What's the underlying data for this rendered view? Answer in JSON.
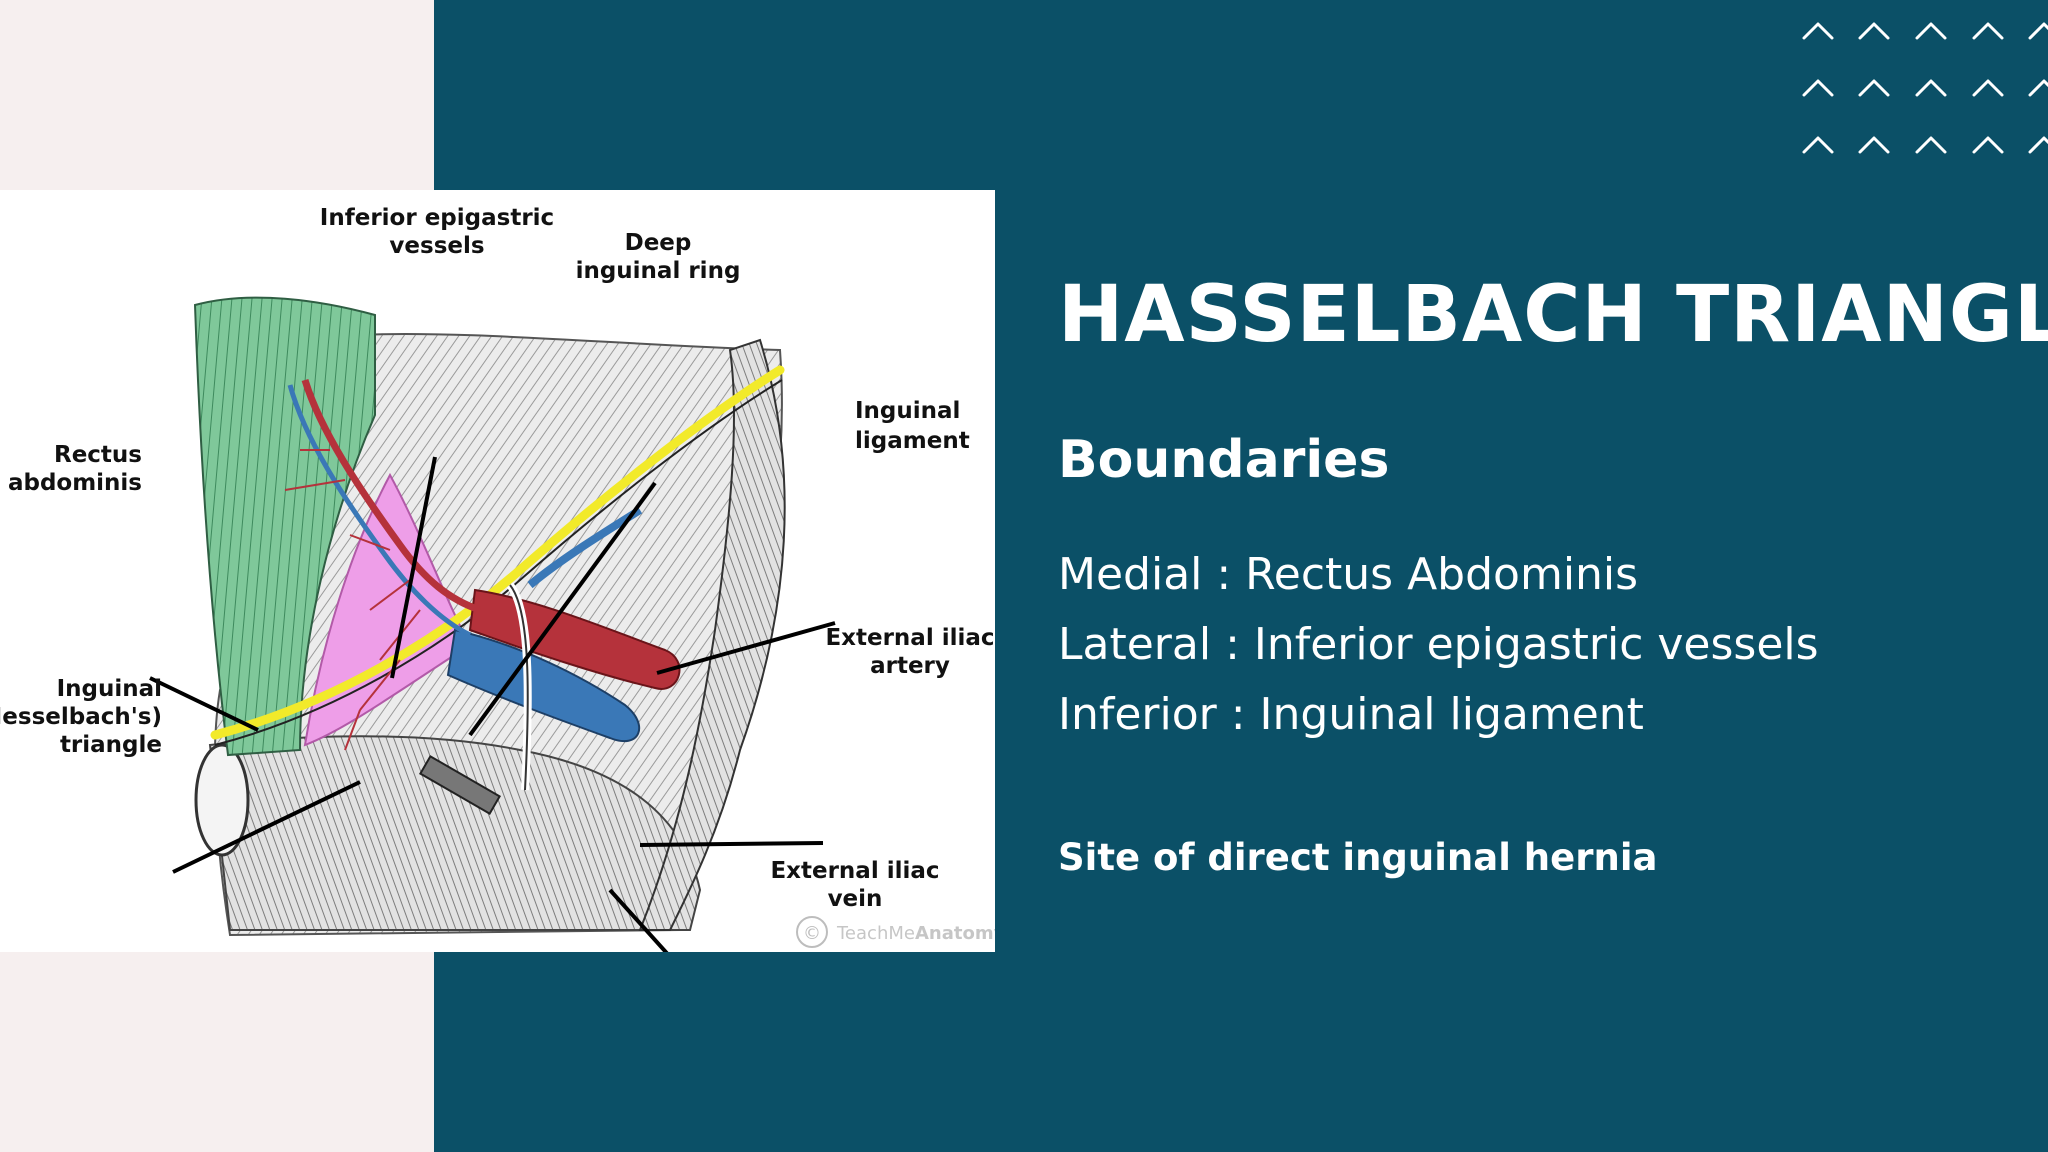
{
  "slide": {
    "title": "HASSELBACH TRIANGLE",
    "subtitle": "Boundaries",
    "boundaries": [
      "Medial : Rectus Abdominis",
      "Lateral : Inferior epigastric vessels",
      "Inferior : Inguinal ligament"
    ],
    "note": "Site of direct inguinal hernia"
  },
  "figure": {
    "labels": {
      "inferior_epigastric_1": "Inferior epigastric",
      "inferior_epigastric_2": "vessels",
      "deep_ring_1": "Deep",
      "deep_ring_2": "inguinal ring",
      "inguinal_ligament_1": "Inguinal",
      "inguinal_ligament_2": "ligament",
      "rectus_1": "Rectus",
      "rectus_2": "abdominis",
      "ext_iliac_artery_1": "External iliac",
      "ext_iliac_artery_2": "artery",
      "hesselbach_1": "Inguinal",
      "hesselbach_2": "(Hesselbach's)",
      "hesselbach_3": "triangle",
      "ext_iliac_vein_1": "External iliac",
      "ext_iliac_vein_2": "vein"
    },
    "copyright_symbol": "©",
    "copyright_light": "TeachMe",
    "copyright_bold": "Anatomy"
  },
  "colors": {
    "panel": "#0b5067",
    "left_band": "#f6efef",
    "accent": "#ffffff",
    "rectus": "#7fc89a",
    "triangle": "#ee9ee8",
    "ligament": "#f2ea2a",
    "artery": "#b5323b",
    "vein": "#3a78b7"
  },
  "icons": {
    "chevron_pattern": "chevron-up-icon"
  }
}
